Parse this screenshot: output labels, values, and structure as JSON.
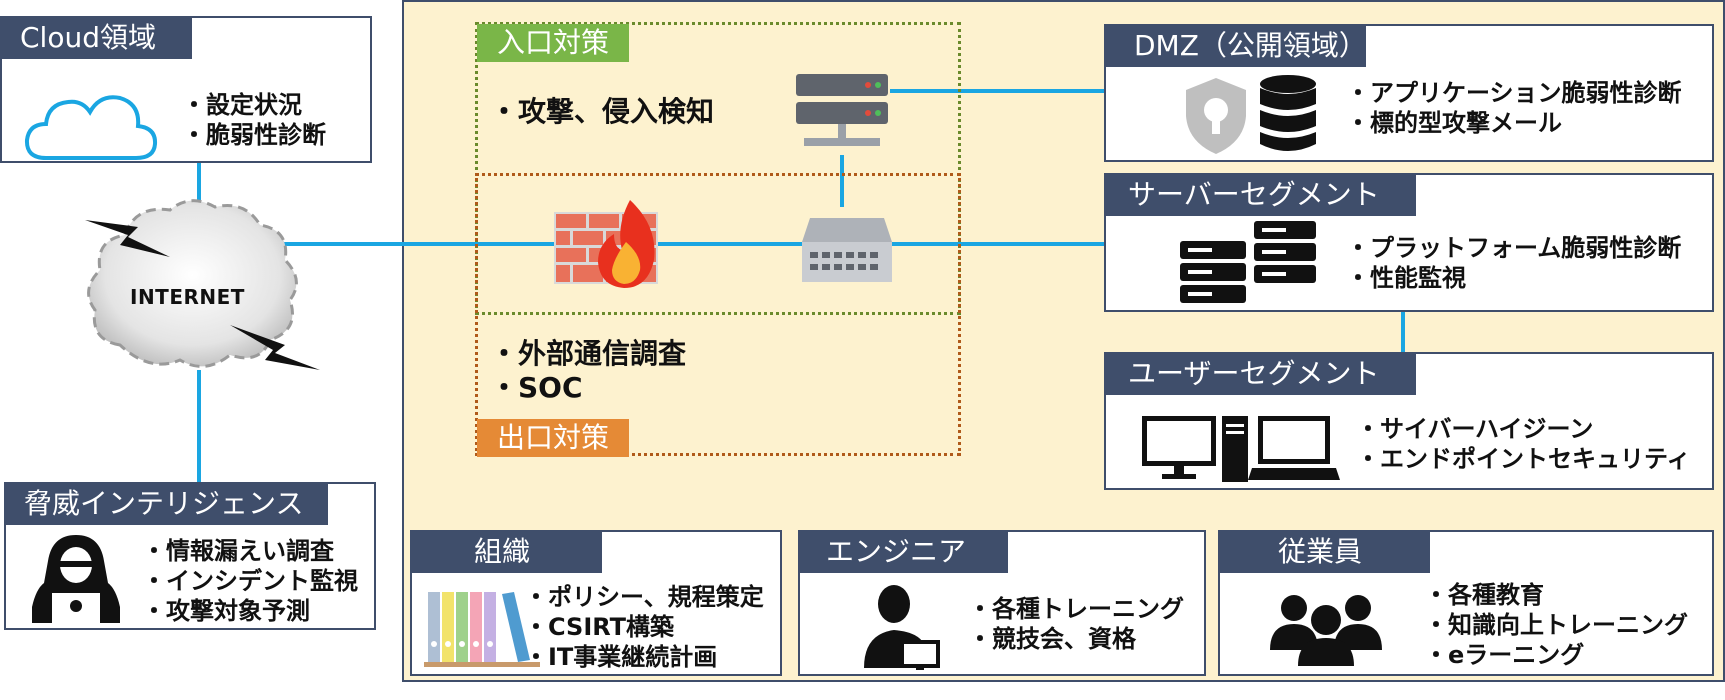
{
  "cloud": {
    "title": "Cloud領域",
    "items": [
      "・設定状況",
      "・脆弱性診断"
    ]
  },
  "internet": {
    "label": "INTERNET"
  },
  "threat": {
    "title": "脅威インテリジェンス",
    "items": [
      "・情報漏えい調査",
      "・インシデント監視",
      "・攻撃対象予測"
    ]
  },
  "entry": {
    "title": "入口対策",
    "items": [
      "・攻撃、侵入検知"
    ]
  },
  "exit": {
    "title": "出口対策",
    "items": [
      "・外部通信調査",
      "・SOC"
    ]
  },
  "dmz": {
    "title": "DMZ（公開領域）",
    "items": [
      "・アプリケーション脆弱性診断",
      "・標的型攻撃メール"
    ]
  },
  "server": {
    "title": "サーバーセグメント",
    "items": [
      "・プラットフォーム脆弱性診断",
      "・性能監視"
    ]
  },
  "user": {
    "title": "ユーザーセグメント",
    "items": [
      "・サイバーハイジーン",
      "・エンドポイントセキュリティ"
    ]
  },
  "org": {
    "title": "組織",
    "items": [
      "・ポリシー、規程策定",
      "・CSIRT構築",
      "・IT事業継続計画"
    ]
  },
  "engineer": {
    "title": "エンジニア",
    "items": [
      "・各種トレーニング",
      "・競技会、資格"
    ]
  },
  "employee": {
    "title": "従業員",
    "items": [
      "・各種教育",
      "・知識向上トレーニング",
      "・eラーニング"
    ]
  },
  "colors": {
    "accent": "#1aa6e2",
    "header": "#3f4e6b",
    "entry": "#7ab648",
    "exit": "#e58a36",
    "main_bg": "#fdf2cf"
  }
}
